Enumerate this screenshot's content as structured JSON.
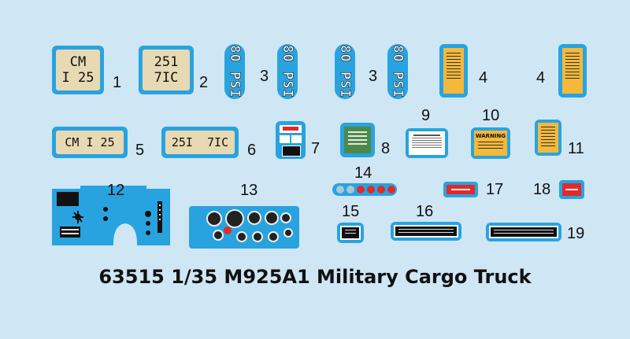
{
  "sheet": {
    "title": "63515 1/35 M925A1 Military Cargo Truck"
  },
  "decals": {
    "d1": {
      "number": "1",
      "line1": "CM",
      "line2": "I 25"
    },
    "d2": {
      "number": "2",
      "line1": "251",
      "line2": "7IC"
    },
    "d3a": {
      "number": "3",
      "text": "80 PSI"
    },
    "d3b": {
      "number": "3",
      "text": "80 PSI"
    },
    "psi_text": "80 PSI",
    "d4a": {
      "number": "4"
    },
    "d4b": {
      "number": "4"
    },
    "d5": {
      "number": "5",
      "text": "CM I 25"
    },
    "d6": {
      "number": "6",
      "text": "25I  7IC"
    },
    "d7": {
      "number": "7"
    },
    "d8": {
      "number": "8"
    },
    "d9": {
      "number": "9"
    },
    "d10": {
      "number": "10",
      "text": "WARNING"
    },
    "d11": {
      "number": "11"
    },
    "d12": {
      "number": "12"
    },
    "d13": {
      "number": "13"
    },
    "d14": {
      "number": "14"
    },
    "d15": {
      "number": "15"
    },
    "d16": {
      "number": "16"
    },
    "d17": {
      "number": "17"
    },
    "d18": {
      "number": "18"
    },
    "d19": {
      "number": "19"
    }
  },
  "colors": {
    "background": "#cfe6f4",
    "decal_border": "#29a3df",
    "tan": "#e7d9b3",
    "yellow": "#f4b83a",
    "red": "#e02b2b",
    "green": "#4d8a4a"
  }
}
